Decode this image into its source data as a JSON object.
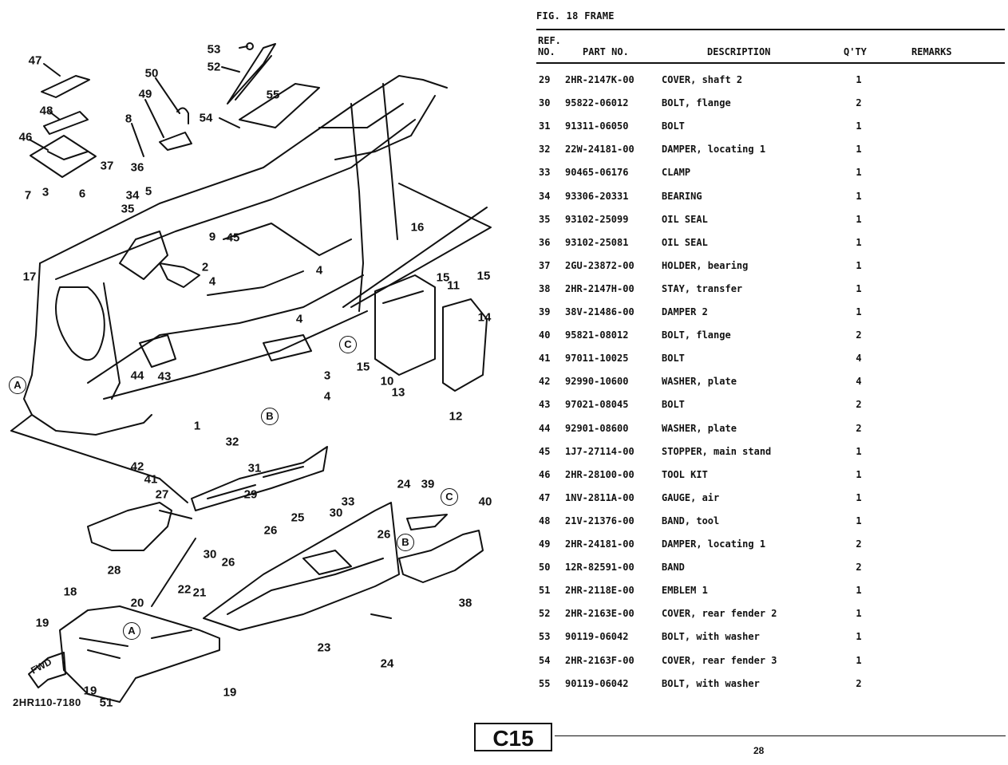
{
  "figure": {
    "title": "FIG. 18  FRAME",
    "drawing_number": "2HR110-7180",
    "fwd_label": "FWD"
  },
  "table": {
    "headers": {
      "ref_line1": "REF.",
      "ref_line2": "NO.",
      "part_no": "PART NO.",
      "description": "DESCRIPTION",
      "qty": "Q'TY",
      "remarks": "REMARKS"
    },
    "rows": [
      {
        "ref": "29",
        "part_no": "2HR-2147K-00",
        "description": "COVER, shaft 2",
        "qty": "1",
        "remarks": ""
      },
      {
        "ref": "30",
        "part_no": "95822-06012",
        "description": "BOLT, flange",
        "qty": "2",
        "remarks": ""
      },
      {
        "ref": "31",
        "part_no": "91311-06050",
        "description": "BOLT",
        "qty": "1",
        "remarks": ""
      },
      {
        "ref": "32",
        "part_no": "22W-24181-00",
        "description": "DAMPER, locating 1",
        "qty": "1",
        "remarks": ""
      },
      {
        "ref": "33",
        "part_no": "90465-06176",
        "description": "CLAMP",
        "qty": "1",
        "remarks": ""
      },
      {
        "ref": "34",
        "part_no": "93306-20331",
        "description": "BEARING",
        "qty": "1",
        "remarks": ""
      },
      {
        "ref": "35",
        "part_no": "93102-25099",
        "description": "OIL SEAL",
        "qty": "1",
        "remarks": ""
      },
      {
        "ref": "36",
        "part_no": "93102-25081",
        "description": "OIL SEAL",
        "qty": "1",
        "remarks": ""
      },
      {
        "ref": "37",
        "part_no": "2GU-23872-00",
        "description": "HOLDER, bearing",
        "qty": "1",
        "remarks": ""
      },
      {
        "ref": "38",
        "part_no": "2HR-2147H-00",
        "description": "STAY, transfer",
        "qty": "1",
        "remarks": ""
      },
      {
        "ref": "39",
        "part_no": "38V-21486-00",
        "description": "DAMPER 2",
        "qty": "1",
        "remarks": ""
      },
      {
        "ref": "40",
        "part_no": "95821-08012",
        "description": "BOLT, flange",
        "qty": "2",
        "remarks": ""
      },
      {
        "ref": "41",
        "part_no": "97011-10025",
        "description": "BOLT",
        "qty": "4",
        "remarks": ""
      },
      {
        "ref": "42",
        "part_no": "92990-10600",
        "description": "WASHER, plate",
        "qty": "4",
        "remarks": ""
      },
      {
        "ref": "43",
        "part_no": "97021-08045",
        "description": "BOLT",
        "qty": "2",
        "remarks": ""
      },
      {
        "ref": "44",
        "part_no": "92901-08600",
        "description": "WASHER, plate",
        "qty": "2",
        "remarks": ""
      },
      {
        "ref": "45",
        "part_no": "1J7-27114-00",
        "description": "STOPPER, main stand",
        "qty": "1",
        "remarks": ""
      },
      {
        "ref": "46",
        "part_no": "2HR-28100-00",
        "description": "TOOL KIT",
        "qty": "1",
        "remarks": ""
      },
      {
        "ref": "47",
        "part_no": "1NV-2811A-00",
        "description": "GAUGE, air",
        "qty": "1",
        "remarks": ""
      },
      {
        "ref": "48",
        "part_no": "21V-21376-00",
        "description": "BAND, tool",
        "qty": "1",
        "remarks": ""
      },
      {
        "ref": "49",
        "part_no": "2HR-24181-00",
        "description": "DAMPER, locating 1",
        "qty": "2",
        "remarks": ""
      },
      {
        "ref": "50",
        "part_no": "12R-82591-00",
        "description": "BAND",
        "qty": "2",
        "remarks": ""
      },
      {
        "ref": "51",
        "part_no": "2HR-2118E-00",
        "description": "EMBLEM 1",
        "qty": "1",
        "remarks": ""
      },
      {
        "ref": "52",
        "part_no": "2HR-2163E-00",
        "description": "COVER, rear fender 2",
        "qty": "1",
        "remarks": ""
      },
      {
        "ref": "53",
        "part_no": "90119-06042",
        "description": "BOLT, with washer",
        "qty": "1",
        "remarks": ""
      },
      {
        "ref": "54",
        "part_no": "2HR-2163F-00",
        "description": "COVER, rear fender 3",
        "qty": "1",
        "remarks": ""
      },
      {
        "ref": "55",
        "part_no": "90119-06042",
        "description": "BOLT, with washer",
        "qty": "2",
        "remarks": ""
      }
    ]
  },
  "callouts": [
    "47",
    "48",
    "46",
    "50",
    "49",
    "8",
    "53",
    "52",
    "54",
    "55",
    "37",
    "36",
    "34",
    "35",
    "7",
    "3",
    "6",
    "5",
    "9",
    "45",
    "2",
    "4",
    "16",
    "17",
    "4",
    "4",
    "15",
    "11",
    "15",
    "14",
    "10",
    "13",
    "12",
    "3",
    "4",
    "15",
    "44",
    "43",
    "1",
    "42",
    "41",
    "32",
    "31",
    "33",
    "30",
    "29",
    "27",
    "30",
    "28",
    "24",
    "39",
    "40",
    "25",
    "26",
    "26",
    "26",
    "38",
    "18",
    "20",
    "22",
    "21",
    "19",
    "19",
    "19",
    "51",
    "23",
    "24"
  ],
  "reference_marks": [
    "A",
    "B",
    "C",
    "C",
    "B",
    "A"
  ],
  "footer": {
    "section": "C15",
    "page": "28"
  }
}
